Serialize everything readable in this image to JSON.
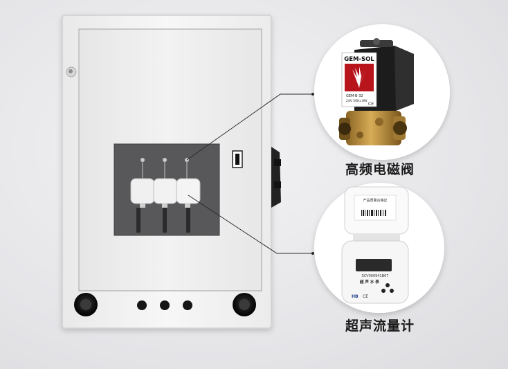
{
  "callouts": {
    "valve_caption": "高频电磁阀",
    "meter_caption": "超声流量计"
  },
  "valve": {
    "brand": "GEM-SOL",
    "model": "GEM-B-32",
    "rating": "24V 50Hz 8W",
    "mark": "CE"
  },
  "meter": {
    "lid_title": "产品质量合格证",
    "body_serial": "SCV000941B07",
    "body_title": "超 声 水 表",
    "brand_logo": "HB",
    "brand_mark": "CE"
  },
  "colors": {
    "cabinet": "#f4f4f4",
    "window": "#545456",
    "valve_label": "#b8141c",
    "valve_body": "#1c1c1c",
    "brass": "#b58a3b"
  }
}
